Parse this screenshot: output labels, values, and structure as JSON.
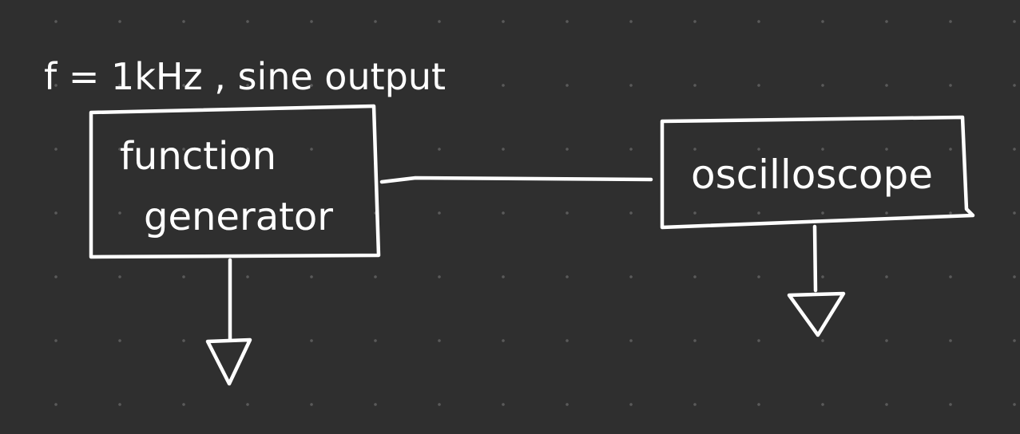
{
  "annotation": "f = 1kHz , sine output",
  "blocks": {
    "function_generator": {
      "line1": "function",
      "line2": "generator"
    },
    "oscilloscope": {
      "label": "oscilloscope"
    }
  },
  "colors": {
    "background": "#2f2f2f",
    "ink": "#ffffff",
    "grid_dot": "#5a5a5a"
  },
  "icons": [
    "ground-symbol-icon",
    "ground-symbol-icon"
  ]
}
